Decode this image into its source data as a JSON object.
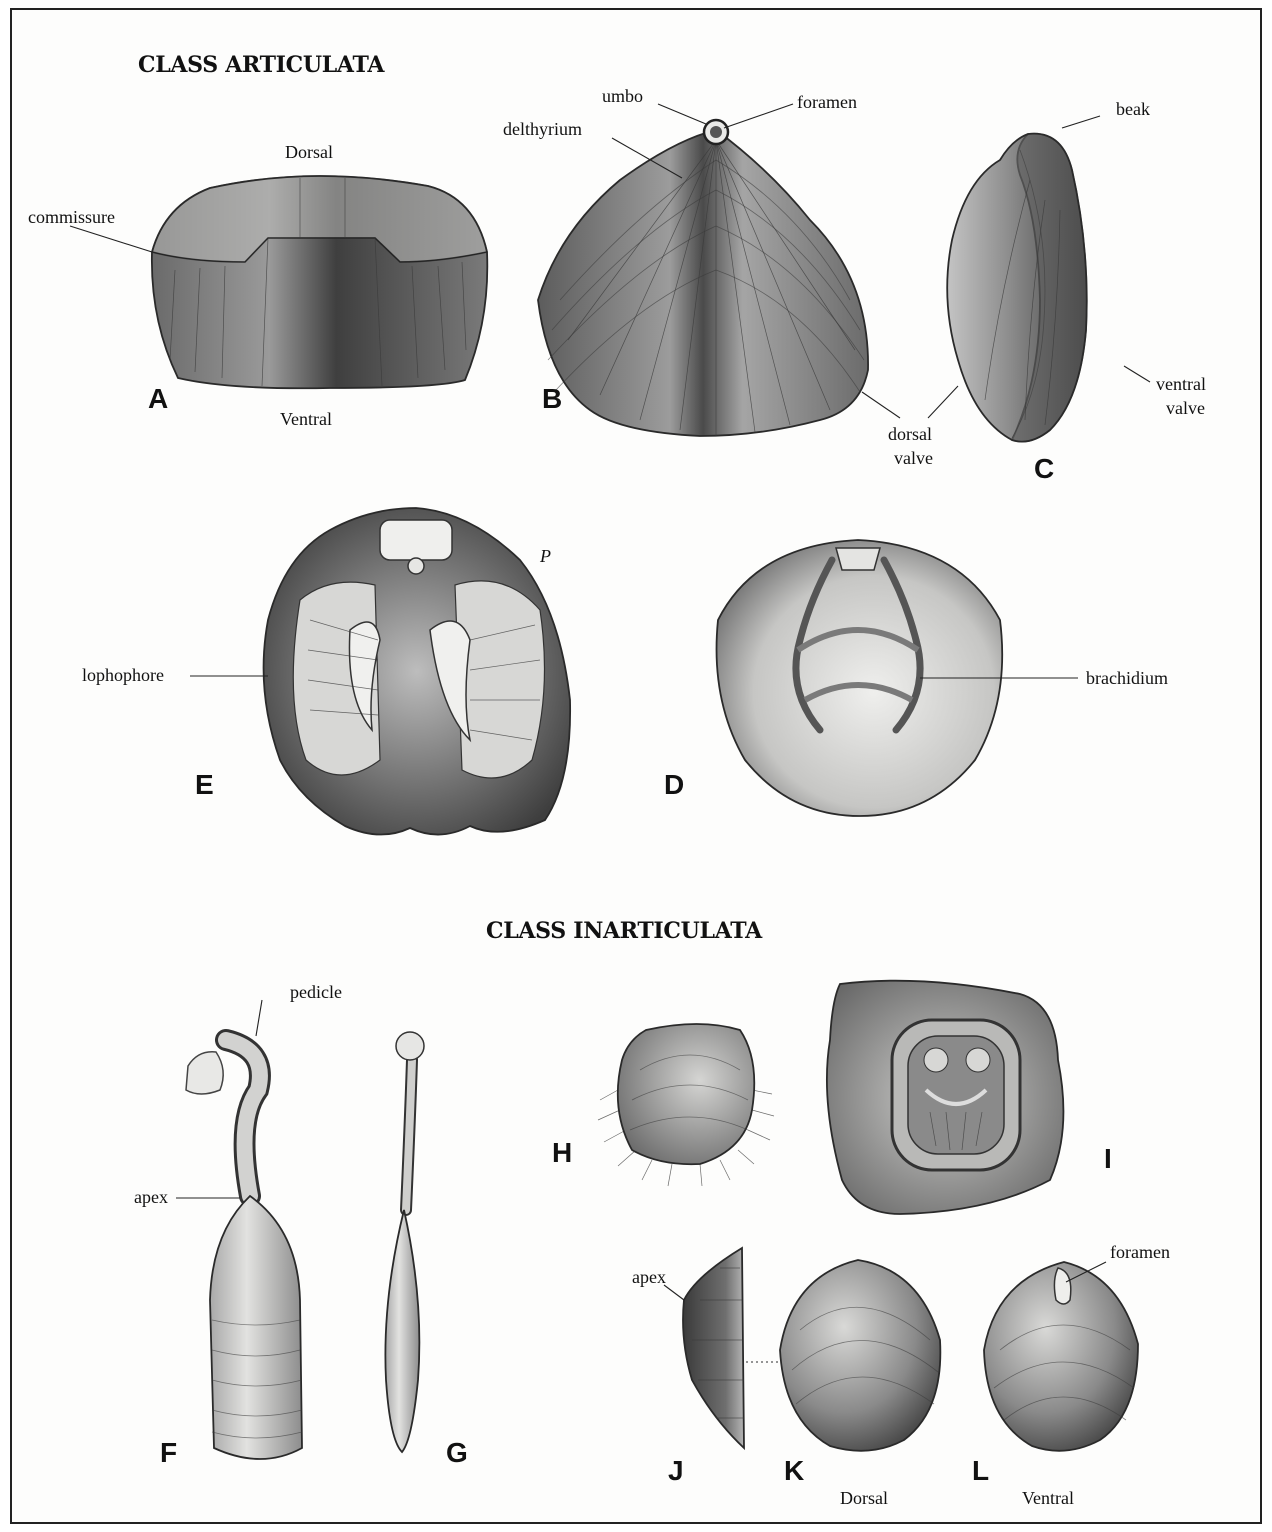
{
  "headings": {
    "articulata": "CLASS ARTICULATA",
    "inarticulata": "CLASS INARTICULATA"
  },
  "figures": {
    "A": {
      "letter": "A",
      "dorsal": "Dorsal",
      "ventral": "Ventral",
      "commissure": "commissure"
    },
    "B": {
      "letter": "B",
      "umbo": "umbo",
      "foramen": "foramen",
      "delthyrium": "delthyrium"
    },
    "C": {
      "letter": "C",
      "beak": "beak",
      "ventral_valve_1": "ventral",
      "ventral_valve_2": "valve",
      "dorsal_valve_1": "dorsal",
      "dorsal_valve_2": "valve"
    },
    "D": {
      "letter": "D",
      "brachidium": "brachidium"
    },
    "E": {
      "letter": "E",
      "lophophore": "lophophore",
      "p": "P"
    },
    "F": {
      "letter": "F",
      "pedicle": "pedicle",
      "apex": "apex"
    },
    "G": {
      "letter": "G"
    },
    "H": {
      "letter": "H"
    },
    "I": {
      "letter": "I"
    },
    "J": {
      "letter": "J",
      "apex": "apex"
    },
    "K": {
      "letter": "K",
      "dorsal": "Dorsal"
    },
    "L": {
      "letter": "L",
      "ventral": "Ventral",
      "foramen": "foramen"
    }
  },
  "colors": {
    "ink": "#111111",
    "shell_dark": "#4a4a4a",
    "shell_mid": "#8a8a8a",
    "shell_light": "#d6d4d0",
    "paper": "#fdfdfc"
  }
}
